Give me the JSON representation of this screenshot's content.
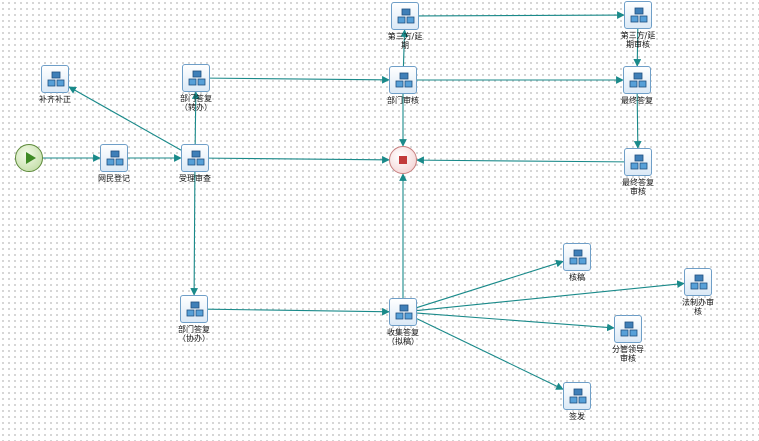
{
  "nodes": [
    {
      "id": "start",
      "type": "start",
      "icon": "play-icon"
    },
    {
      "id": "wangmin",
      "label": "网民登记",
      "icon": "task-icon"
    },
    {
      "id": "buqi",
      "label": "补齐补正",
      "icon": "task-icon"
    },
    {
      "id": "shoubian",
      "label": "受理审查",
      "icon": "task-icon"
    },
    {
      "id": "zhuanban",
      "label": "部门答复\n（转办）",
      "icon": "task-icon"
    },
    {
      "id": "xieban",
      "label": "部门答复\n（协办）",
      "icon": "task-icon"
    },
    {
      "id": "disanfang",
      "label": "第三方/延\n期",
      "icon": "task-icon"
    },
    {
      "id": "disanfang_shenhe",
      "label": "第三方/延\n期审核",
      "icon": "task-icon"
    },
    {
      "id": "bumen_shenhe",
      "label": "部门审核",
      "icon": "task-icon"
    },
    {
      "id": "zuizhong",
      "label": "最终答复",
      "icon": "task-icon"
    },
    {
      "id": "zuizhong_shenhe",
      "label": "最终答复\n审核",
      "icon": "task-icon"
    },
    {
      "id": "end",
      "type": "end",
      "icon": "stop-icon"
    },
    {
      "id": "shouji",
      "label": "收集答复\n（拟稿）",
      "icon": "task-icon"
    },
    {
      "id": "hegao",
      "label": "核稿",
      "icon": "task-icon"
    },
    {
      "id": "fazhi",
      "label": "法制办审\n核",
      "icon": "task-icon"
    },
    {
      "id": "fenguan",
      "label": "分管领导\n审核",
      "icon": "task-icon"
    },
    {
      "id": "qianfa",
      "label": "签发",
      "icon": "task-icon"
    }
  ],
  "edges": [
    {
      "from": "start",
      "to": "wangmin"
    },
    {
      "from": "wangmin",
      "to": "shoubian"
    },
    {
      "from": "shoubian",
      "to": "buqi"
    },
    {
      "from": "shoubian",
      "to": "zhuanban"
    },
    {
      "from": "shoubian",
      "to": "end"
    },
    {
      "from": "shoubian",
      "to": "xieban"
    },
    {
      "from": "zhuanban",
      "to": "bumen_shenhe"
    },
    {
      "from": "disanfang",
      "to": "disanfang_shenhe"
    },
    {
      "from": "disanfang_shenhe",
      "to": "zuizhong"
    },
    {
      "from": "bumen_shenhe",
      "to": "disanfang"
    },
    {
      "from": "bumen_shenhe",
      "to": "zuizhong"
    },
    {
      "from": "bumen_shenhe",
      "to": "end"
    },
    {
      "from": "zuizhong",
      "to": "zuizhong_shenhe"
    },
    {
      "from": "zuizhong_shenhe",
      "to": "end"
    },
    {
      "from": "xieban",
      "to": "shouji"
    },
    {
      "from": "shouji",
      "to": "end"
    },
    {
      "from": "shouji",
      "to": "hegao"
    },
    {
      "from": "shouji",
      "to": "fazhi"
    },
    {
      "from": "shouji",
      "to": "fenguan"
    },
    {
      "from": "shouji",
      "to": "qianfa"
    }
  ],
  "colors": {
    "edge": "#1a8a8a"
  }
}
